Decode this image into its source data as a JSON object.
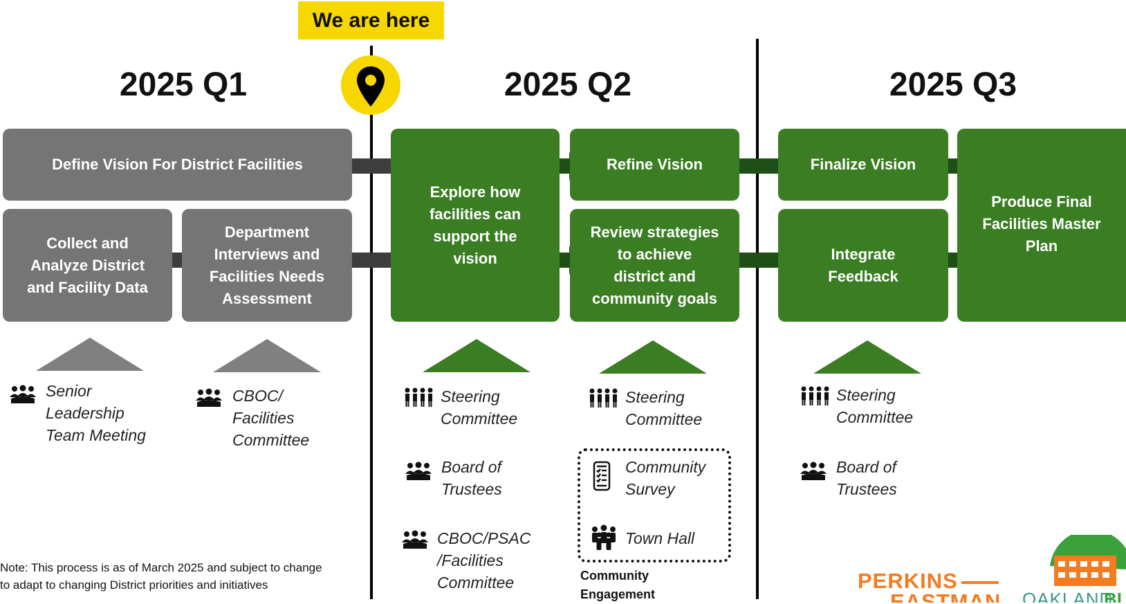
{
  "marker": {
    "label": "We are here"
  },
  "quarters": {
    "q1": "2025 Q1",
    "q2": "2025 Q2",
    "q3": "2025 Q3"
  },
  "boxes": {
    "define_vision": "Define Vision For District Facilities",
    "collect_data": "Collect and\nAnalyze District\nand Facility Data",
    "dept_interviews": "Department\nInterviews and\nFacilities Needs\nAssessment",
    "explore": "Explore how\nfacilities can\nsupport the\nvision",
    "refine_vision": "Refine Vision",
    "review_strategies": "Review strategies\nto achieve\ndistrict and\ncommunity goals",
    "finalize_vision": "Finalize Vision",
    "integrate_feedback": "Integrate\nFeedback",
    "produce_final": "Produce Final\nFacilities Master\nPlan"
  },
  "meetings": {
    "senior_leadership": "Senior\nLeadership\nTeam Meeting",
    "cboc_facilities": "CBOC/\nFacilities\nCommittee",
    "q2a_steering": "Steering\nCommittee",
    "q2a_board": "Board of\nTrustees",
    "q2a_cboc_psac": "CBOC/PSAC\n/Facilities\nCommittee",
    "q2b_steering": "Steering\nCommittee",
    "q2b_survey": "Community\nSurvey",
    "q2b_townhall": "Town Hall",
    "q3_steering": "Steering\nCommittee",
    "q3_board": "Board of\nTrustees"
  },
  "community_engagement_label": "Community\nEngagement",
  "note": "Note: This process is as of March 2025 and subject to change to adapt to changing District priorities and initiatives",
  "logos": {
    "perkins_top": "PERKINS",
    "perkins_bottom": "EASTMAN",
    "oakland": "OAKLAND",
    "oakland_suffix": "BL"
  },
  "colors": {
    "gray": "#757575",
    "green": "#3a7d22",
    "dark_green": "#1f4f17",
    "yellow": "#f7d700",
    "orange": "#f47b20"
  },
  "icons": [
    "meeting-group-icon",
    "committee-icon",
    "survey-phone-icon",
    "town-hall-crowd-icon",
    "location-pin-icon"
  ]
}
